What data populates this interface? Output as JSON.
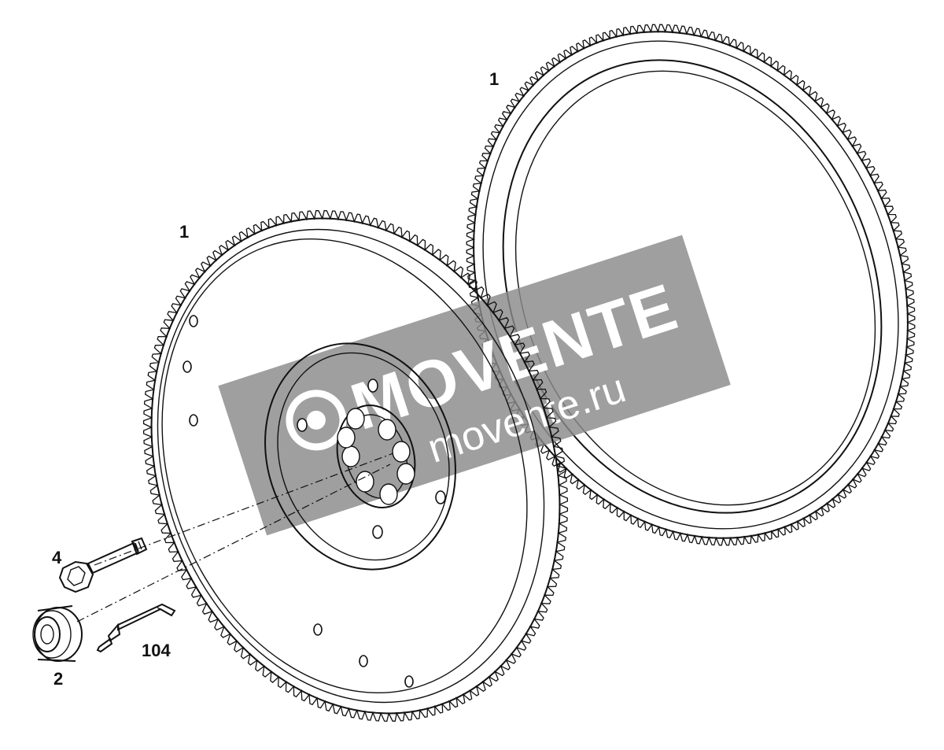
{
  "callouts": {
    "ring_gear_label": "1",
    "flywheel_label": "1",
    "bolt_label": "4",
    "bearing_label": "2",
    "sealant_label": "104"
  },
  "watermark": {
    "brand": "MOVENTE",
    "site": "movente.ru",
    "color": "#8a8a8a"
  },
  "colors": {
    "line": "#111111",
    "background": "#ffffff"
  }
}
